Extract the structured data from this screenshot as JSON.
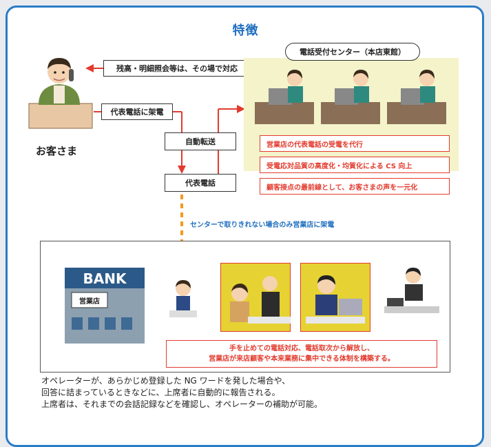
{
  "title": "特徴",
  "customer": {
    "label": "お客さま"
  },
  "flow": {
    "balance_inquiry": "残高・明細照会等は、その場で対応",
    "call_main": "代表電話に架電",
    "auto_transfer": "自動転送",
    "main_phone": "代表電話",
    "note": "センターで取りきれない場合のみ営業店に架電"
  },
  "center": {
    "label": "電話受付センター（本店東館）",
    "features": [
      "営業店の代表電話の受電を代行",
      "受電応対品質の高度化・均質化による CS 向上",
      "顧客接点の最前線として、お客さまの声を一元化"
    ]
  },
  "branch": {
    "bank_sign": "BANK",
    "store_sign": "営業店",
    "benefit_lines": [
      "手を止めての電話対応、電話取次から解放し、",
      "営業店が来店顧客や本来業務に集中できる体制を構築する。"
    ]
  },
  "footer": [
    "オペレーターが、あらかじめ登録した NG ワードを発した場合や、",
    "回答に詰まっているときなどに、上席者に自動的に報告される。",
    "上席者は、それまでの会話記録などを確認し、オペレーターの補助が可能。"
  ],
  "colors": {
    "frame": "#2a7cc7",
    "title": "#1f6fbf",
    "alert": "#e23b2e",
    "center_bg": "#f4f3c9",
    "arrow_orange": "#f39a1e"
  }
}
